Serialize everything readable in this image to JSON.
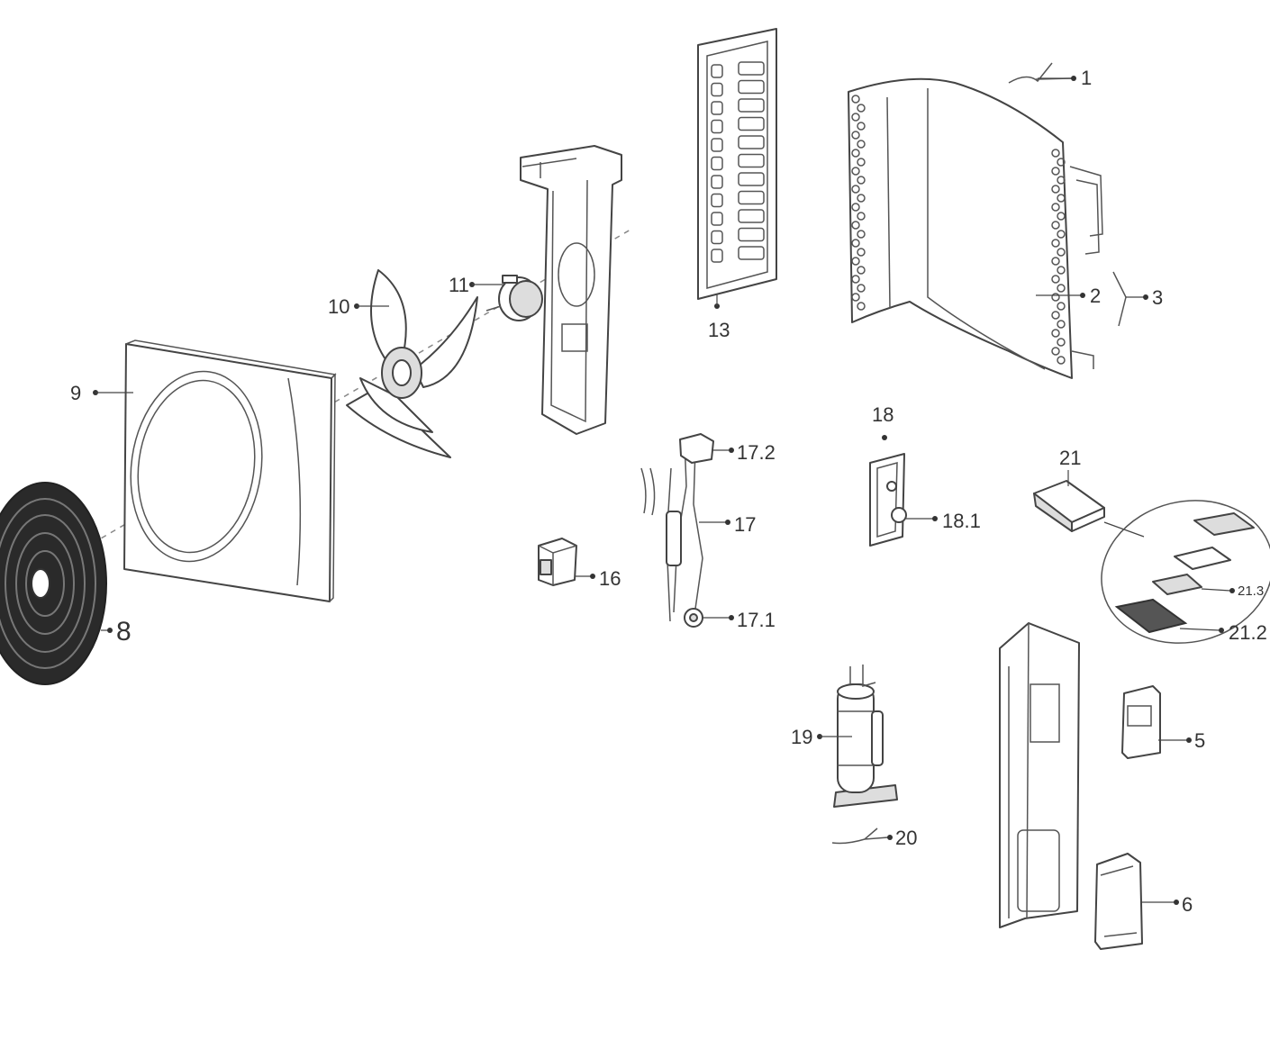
{
  "callouts": {
    "c1": "1",
    "c2": "2",
    "c3": "3",
    "c5": "5",
    "c6": "6",
    "c8": "8",
    "c9": "9",
    "c10": "10",
    "c11": "11",
    "c13": "13",
    "c16": "16",
    "c17": "17",
    "c17_1": "17.1",
    "c17_2": "17.2",
    "c18": "18",
    "c18_1": "18.1",
    "c19": "19",
    "c20": "20",
    "c21": "21",
    "c21_2": "21.2",
    "c21_3": "21.3"
  }
}
